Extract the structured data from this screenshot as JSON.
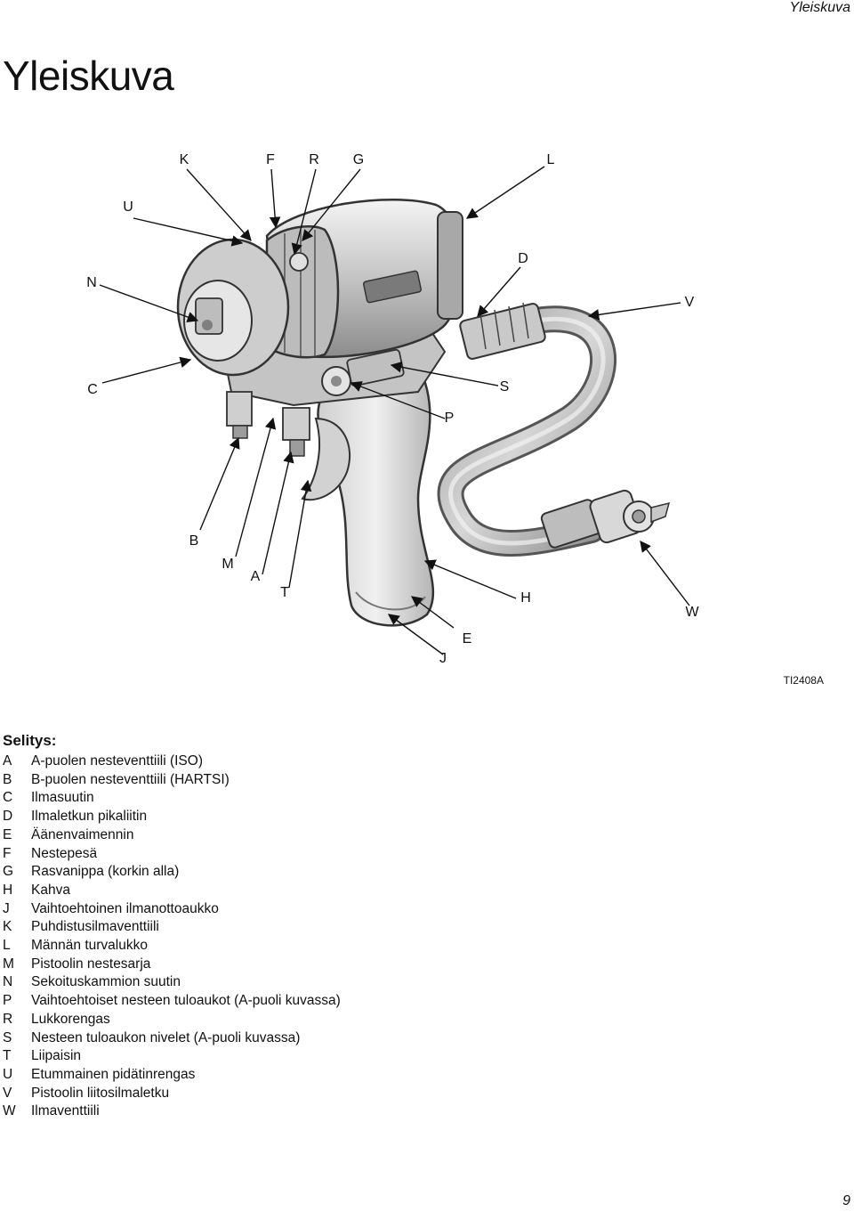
{
  "header": {
    "running_title": "Yleiskuva"
  },
  "title": "Yleiskuva",
  "figure": {
    "id": "TI2408A",
    "callouts": {
      "K": "K",
      "F": "F",
      "R": "R",
      "G": "G",
      "L": "L",
      "U": "U",
      "D": "D",
      "N": "N",
      "V": "V",
      "C": "C",
      "S": "S",
      "P": "P",
      "B": "B",
      "M": "M",
      "A": "A",
      "T": "T",
      "H": "H",
      "W": "W",
      "E": "E",
      "J": "J"
    }
  },
  "legend": {
    "title": "Selitys:",
    "items": [
      {
        "key": "A",
        "text": "A-puolen nesteventtiili (ISO)"
      },
      {
        "key": "B",
        "text": "B-puolen nesteventtiili (HARTSI)"
      },
      {
        "key": "C",
        "text": "Ilmasuutin"
      },
      {
        "key": "D",
        "text": "Ilmaletkun pikaliitin"
      },
      {
        "key": "E",
        "text": "Äänenvaimennin"
      },
      {
        "key": "F",
        "text": "Nestepesä"
      },
      {
        "key": "G",
        "text": "Rasvanippa (korkin alla)"
      },
      {
        "key": "H",
        "text": "Kahva"
      },
      {
        "key": "J",
        "text": "Vaihtoehtoinen ilmanottoaukko"
      },
      {
        "key": "K",
        "text": "Puhdistusilmaventtiili"
      },
      {
        "key": "L",
        "text": "Männän turvalukko"
      },
      {
        "key": "M",
        "text": "Pistoolin nestesarja"
      },
      {
        "key": "N",
        "text": "Sekoituskammion suutin"
      },
      {
        "key": "P",
        "text": "Vaihtoehtoiset nesteen tuloaukot (A-puoli kuvassa)"
      },
      {
        "key": "R",
        "text": "Lukkorengas"
      },
      {
        "key": "S",
        "text": "Nesteen tuloaukon nivelet (A-puoli kuvassa)"
      },
      {
        "key": "T",
        "text": "Liipaisin"
      },
      {
        "key": "U",
        "text": "Etummainen pidätinrengas"
      },
      {
        "key": "V",
        "text": "Pistoolin liitosilmaletku"
      },
      {
        "key": "W",
        "text": "Ilmaventtiili"
      }
    ]
  },
  "page_number": "9",
  "icons": {
    "spray_gun": "spray-gun-illustration"
  },
  "colors": {
    "text": "#111111",
    "metal_light": "#e6e6e6",
    "metal_mid": "#b9b9b9",
    "metal_dark": "#8a8a8a"
  }
}
